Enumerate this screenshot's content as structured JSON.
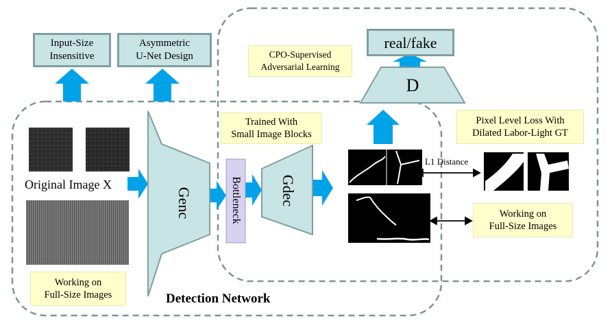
{
  "top_boxes": {
    "input_size": "Input-Size\nInsensitive",
    "asymmetric": "Asymmetric\nU-Net Design",
    "real_fake": "real/fake"
  },
  "notes": {
    "cpo": "CPO-Supervised\nAdversarial Learning",
    "trained": "Trained With\nSmall Image Blocks",
    "pixel_loss": "Pixel Level Loss With\nDilated Labor-Light GT",
    "working_right": "Working on\nFull-Size Images",
    "working_left": "Working on\nFull-Size Images"
  },
  "blocks": {
    "genc": "Genc",
    "bottleneck": "Bottleneck",
    "gdec": "Gdec",
    "discriminator": "D"
  },
  "labels": {
    "original_image": "Original Image X",
    "l1_distance": "L1 Distance",
    "detection_network": "Detection Network"
  },
  "colors": {
    "arrow_blue": "#00a3e8",
    "teal_fill": "#c9e4e4",
    "teal_border": "#7f9fa0",
    "note_fill": "#ffffcc",
    "bottleneck_fill": "#d6d2f0",
    "dash_gray": "#7f9396"
  }
}
